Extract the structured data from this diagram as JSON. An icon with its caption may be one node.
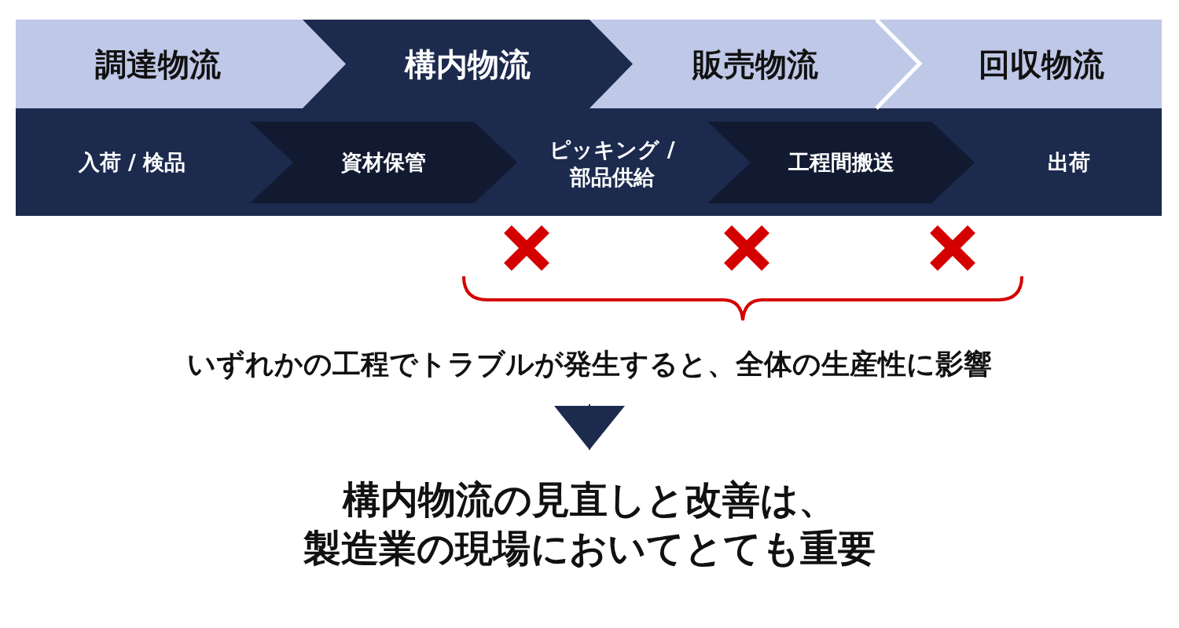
{
  "diagram": {
    "nodes": [
      {
        "text": [
          "調達物流"
        ]
      },
      {
        "text": [
          "構内物流"
        ]
      },
      {
        "text": [
          "販売物流"
        ]
      },
      {
        "text": [
          "回収物流"
        ]
      },
      {
        "text": [
          "入荷 / 検品"
        ]
      },
      {
        "text": [
          "資材保管"
        ]
      },
      {
        "text": [
          "ピッキング / 部品供給"
        ]
      },
      {
        "text": [
          "工程間搬送"
        ]
      },
      {
        "text": [
          "出荷"
        ]
      },
      {
        "text": [
          "いずれかの工程でトラブルが発生すると、全体の生産性に影響"
        ]
      },
      {
        "text": [
          "構内物流の見直しと改善は、製造業の現場においてとても重要"
        ]
      }
    ],
    "edges": [
      {
        "from": 9,
        "to": 10,
        "arrow": "to"
      }
    ]
  }
}
